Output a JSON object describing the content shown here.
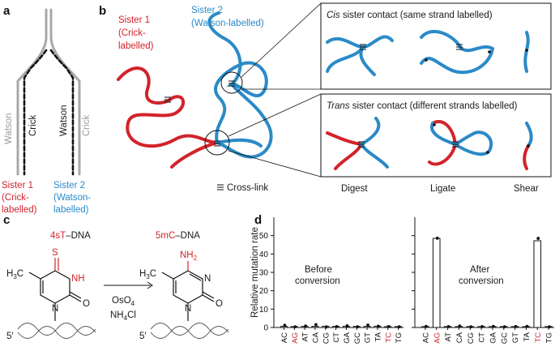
{
  "panels": {
    "a": {
      "letter": "a",
      "strand_labels": [
        "Watson",
        "Crick",
        "Watson",
        "Crick"
      ],
      "sister1": [
        "Sister 1",
        "(Crick-",
        "labelled)"
      ],
      "sister2": [
        "Sister 2",
        "(Watson-",
        "labelled)"
      ]
    },
    "b": {
      "letter": "b",
      "sister1": [
        "Sister 1",
        "(Crick-",
        "labelled)"
      ],
      "sister2": [
        "Sister 2",
        "(Watson-labelled)"
      ],
      "cis_title_italic": "Cis",
      "cis_title_rest": " sister contact (same strand labelled)",
      "trans_title_italic": "Trans",
      "trans_title_rest": " sister contact (different strands labelled)",
      "crosslink_label": "Cross-link",
      "steps": [
        "Digest",
        "Ligate",
        "Shear"
      ]
    },
    "c": {
      "letter": "c",
      "left_title_colored": "4sT",
      "left_title_rest": "–DNA",
      "right_title_colored": "5mC",
      "right_title_rest": "–DNA",
      "reagent1": "OsO",
      "reagent1_sub": "4",
      "reagent2": "NH",
      "reagent2_sub": "4",
      "reagent2_tail": "Cl",
      "atoms_left": {
        "S": "S",
        "NH": "NH",
        "H3C": "H",
        "H3C_sub": "3",
        "H3C_tail": "C",
        "O": "O",
        "N": "N",
        "five_prime": "5′"
      },
      "atoms_right": {
        "NH2": "NH",
        "NH2_sub": "2",
        "NH": "N",
        "H3C": "H",
        "H3C_sub": "3",
        "H3C_tail": "C",
        "O": "O",
        "N": "N",
        "five_prime": "5′"
      }
    },
    "d": {
      "letter": "d",
      "before_label": [
        "Before",
        "conversion"
      ],
      "after_label": [
        "After",
        "conversion"
      ]
    }
  },
  "colors": {
    "red": "#d2232a",
    "blue": "#2b8ac8",
    "grey": "#9a9a9a"
  },
  "chart_data": [
    {
      "type": "bar",
      "title": "",
      "subtitle": "Before conversion",
      "ylabel": "Relative mutation rate",
      "ylim": [
        0,
        60
      ],
      "yticks": [
        0,
        10,
        20,
        30,
        40,
        50
      ],
      "categories": [
        "AC",
        "AG",
        "AT",
        "CA",
        "CG",
        "CT",
        "GA",
        "GC",
        "GT",
        "TA",
        "TC",
        "TG"
      ],
      "highlighted_categories": [
        "AG",
        "TC"
      ],
      "values": [
        0.6,
        0.5,
        0.6,
        0.6,
        0.7,
        0.6,
        0.6,
        0.6,
        0.6,
        0.7,
        0.5,
        0.5
      ],
      "points": [
        1.2,
        0.4,
        0.8,
        1.6,
        0.3,
        0.5,
        0.9,
        0.4,
        1.3,
        0.7,
        0.5,
        0.4
      ],
      "grid": false
    },
    {
      "type": "bar",
      "title": "",
      "subtitle": "After conversion",
      "ylabel": "",
      "ylim": [
        0,
        60
      ],
      "yticks": [
        0,
        10,
        20,
        30,
        40,
        50
      ],
      "categories": [
        "AC",
        "AG",
        "AT",
        "CA",
        "CG",
        "CT",
        "GA",
        "GC",
        "GT",
        "TA",
        "TC",
        "TG"
      ],
      "highlighted_categories": [
        "AG",
        "TC"
      ],
      "values": [
        0.5,
        48.5,
        0.5,
        0.5,
        0.5,
        0.5,
        0.5,
        0.5,
        0.5,
        0.5,
        47.2,
        0.5
      ],
      "points": [
        0.6,
        48.6,
        0.5,
        0.8,
        0.4,
        0.5,
        0.6,
        0.4,
        0.5,
        0.6,
        48.5,
        0.4
      ],
      "grid": false
    }
  ]
}
